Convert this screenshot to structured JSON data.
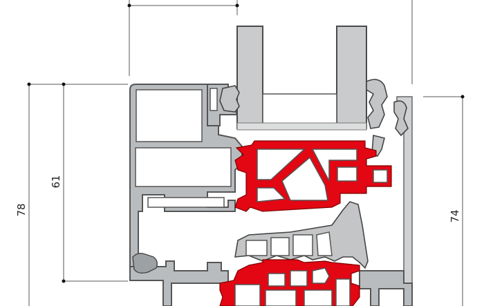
{
  "diagram": {
    "dimensions": [
      {
        "id": "dim-78",
        "label": "78"
      },
      {
        "id": "dim-61",
        "label": "61"
      },
      {
        "id": "dim-74",
        "label": "74"
      }
    ],
    "colors": {
      "profile": "#b9bcbe",
      "thermal_break": "#e30613",
      "glass": "#c9cbcc",
      "outline": "#555555"
    }
  }
}
